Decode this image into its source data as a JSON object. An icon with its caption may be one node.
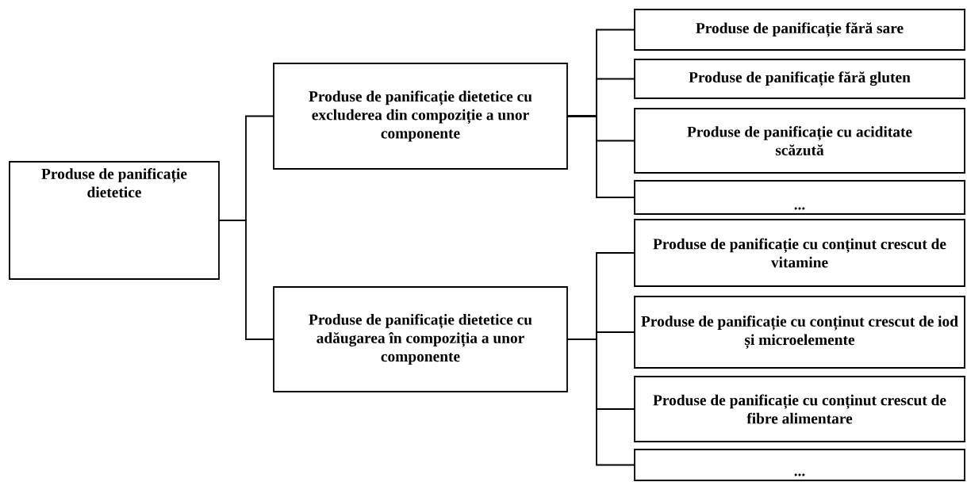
{
  "diagram": {
    "nodes": [
      {
        "text": [
          "Produse de panificație dietetice"
        ]
      },
      {
        "text": [
          "Produse de panificație dietetice cu excluderea din compoziție a unor componente"
        ]
      },
      {
        "text": [
          "Produse de panificație dietetice cu adăugarea în compoziția a unor componente"
        ]
      },
      {
        "text": [
          "Produse de panificație fără sare"
        ]
      },
      {
        "text": [
          "Produse de panificație fără gluten"
        ]
      },
      {
        "text": [
          "Produse de panificație cu aciditate scăzută"
        ]
      },
      {
        "text": [
          "..."
        ]
      },
      {
        "text": [
          "Produse de panificație cu conținut crescut de vitamine"
        ]
      },
      {
        "text": [
          "Produse de panificație cu conținut crescut de iod și microelemente"
        ]
      },
      {
        "text": [
          "Produse de panificație cu conținut crescut de fibre alimentare"
        ]
      },
      {
        "text": [
          "..."
        ]
      }
    ],
    "edges": [
      {
        "from": 0,
        "to": 1,
        "arrow": "none"
      },
      {
        "from": 0,
        "to": 2,
        "arrow": "none"
      },
      {
        "from": 1,
        "to": 3,
        "arrow": "none"
      },
      {
        "from": 1,
        "to": 4,
        "arrow": "none"
      },
      {
        "from": 1,
        "to": 5,
        "arrow": "none"
      },
      {
        "from": 1,
        "to": 6,
        "arrow": "none"
      },
      {
        "from": 2,
        "to": 7,
        "arrow": "none"
      },
      {
        "from": 2,
        "to": 8,
        "arrow": "none"
      },
      {
        "from": 2,
        "to": 9,
        "arrow": "none"
      },
      {
        "from": 2,
        "to": 10,
        "arrow": "none"
      }
    ]
  }
}
